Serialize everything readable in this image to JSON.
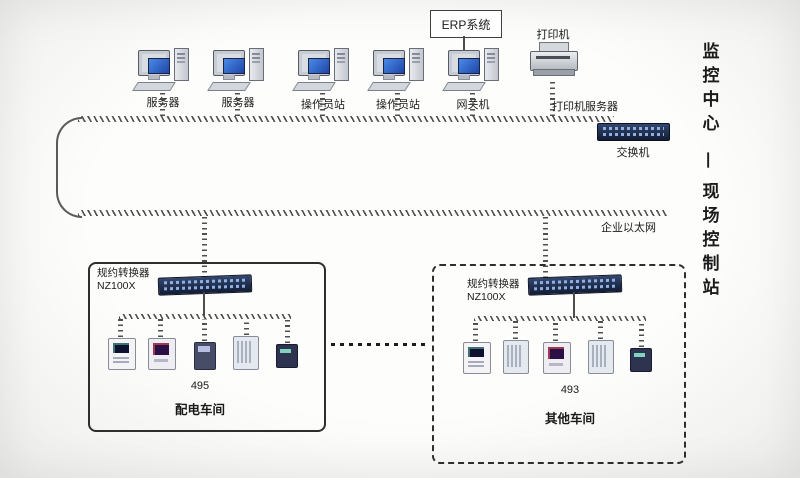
{
  "diagram": {
    "erp_label": "ERP系统",
    "workstations": [
      {
        "label": "服务器"
      },
      {
        "label": "服务器"
      },
      {
        "label": "操作员站"
      },
      {
        "label": "操作员站"
      },
      {
        "label": "网关机"
      }
    ],
    "printer_label": "打印机",
    "print_server_label": "打印机服务器",
    "switch_label": "交换机",
    "ethernet_label": "企业以太网",
    "groups": {
      "left": {
        "converter": "规约转换器",
        "model": "NZ100X",
        "count": "495",
        "name": "配电车间"
      },
      "right": {
        "converter": "规约转换器",
        "model": "NZ100X",
        "count": "493",
        "name": "其他车间"
      }
    },
    "side": {
      "top": "监控中心",
      "divider": "一",
      "bottom": "现场控制站"
    }
  }
}
